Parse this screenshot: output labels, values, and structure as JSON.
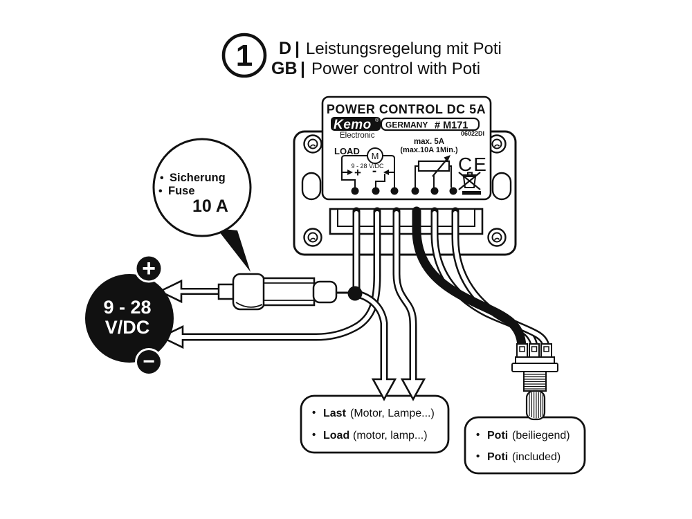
{
  "colors": {
    "ink": "#111111",
    "paper": "#ffffff"
  },
  "step_header": {
    "number": "1",
    "de_label": "D",
    "de_sep": "|",
    "de_text": "Leistungsregelung mit Poti",
    "gb_label": "GB",
    "gb_sep": "|",
    "gb_text": "Power control with Poti"
  },
  "module": {
    "title": "POWER CONTROL DC 5A",
    "brand": "Kemo",
    "brand_mark": "®",
    "brand_sub": "Electronic",
    "origin": "GERMANY",
    "model": "# M171",
    "batch_code": "06022DI",
    "schematic": {
      "load": "LOAD",
      "motor": "M",
      "voltage_range": "9 - 28 V/DC",
      "plus": "+",
      "minus": "-",
      "rating_line1": "max. 5A",
      "rating_line2": "(max.10A 1Min.)",
      "ce": "CE"
    }
  },
  "fuse_note": {
    "bullet": "•",
    "de": "Sicherung",
    "en": "Fuse",
    "rating": "10 A"
  },
  "power_source": {
    "voltage_line1": "9 - 28",
    "voltage_line2": "V/DC",
    "plus": "+",
    "minus": "−"
  },
  "load_note": {
    "bullet": "•",
    "de_term": "Last",
    "de_detail": "(Motor, Lampe...)",
    "en_term": "Load",
    "en_detail": "(motor, lamp...)"
  },
  "poti_note": {
    "bullet": "•",
    "de_term": "Poti",
    "de_detail": "(beiliegend)",
    "en_term": "Poti",
    "en_detail": "(included)"
  }
}
